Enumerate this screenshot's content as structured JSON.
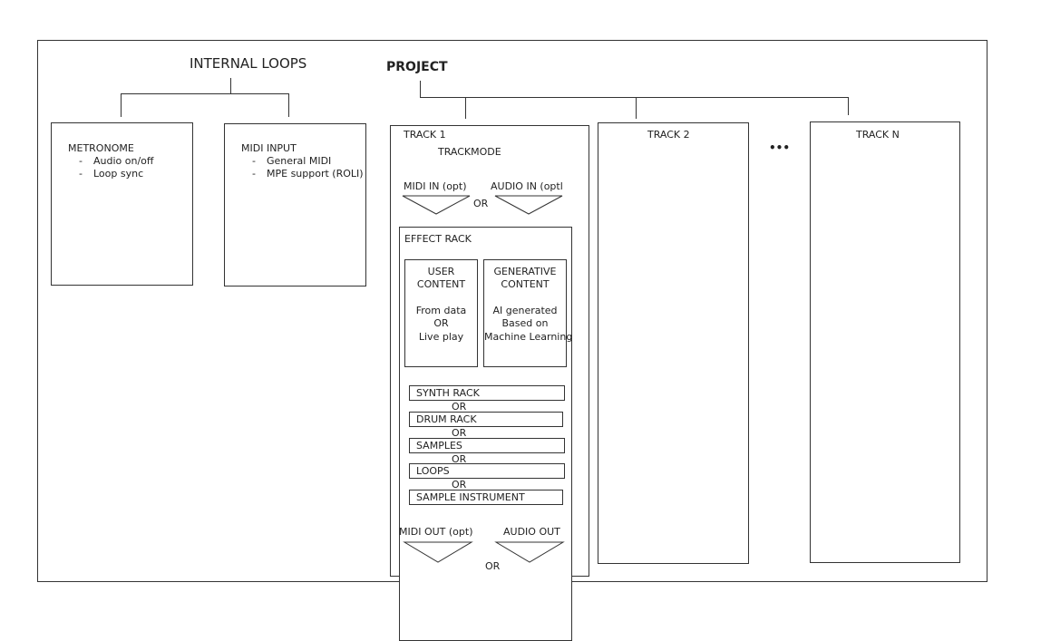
{
  "internal_loops": {
    "title": "INTERNAL LOOPS",
    "metronome": {
      "title": "METRONOME",
      "items": [
        "Audio on/off",
        "Loop sync"
      ]
    },
    "midi_input": {
      "title": "MIDI INPUT",
      "items": [
        "General MIDI",
        "MPE support (ROLI)"
      ]
    }
  },
  "project": {
    "title": "PROJECT",
    "ellipsis": "•••",
    "track1": {
      "title": "TRACK 1",
      "mode": "TRACKMODE",
      "midi_in": "MIDI IN (opt)",
      "audio_in": "AUDIO IN (optl",
      "in_or": "OR",
      "effect_rack": {
        "title": "EFFECT RACK",
        "user_content": {
          "title_1": "USER",
          "title_2": "CONTENT",
          "line_1": "From data",
          "line_2": "OR",
          "line_3": "Live play"
        },
        "generative_content": {
          "title_1": "GENERATIVE",
          "title_2": "CONTENT",
          "line_1": "AI generated",
          "line_2": "Based on",
          "line_3": "Machine Learning"
        },
        "racks": [
          "SYNTH RACK",
          "DRUM RACK",
          "SAMPLES",
          "LOOPS",
          "SAMPLE INSTRUMENT"
        ],
        "or_label": "OR"
      },
      "midi_out": "MIDI OUT (opt)",
      "audio_out": "AUDIO OUT",
      "out_or": "OR"
    },
    "track2": {
      "title": "TRACK 2"
    },
    "trackn": {
      "title": "TRACK N"
    }
  }
}
